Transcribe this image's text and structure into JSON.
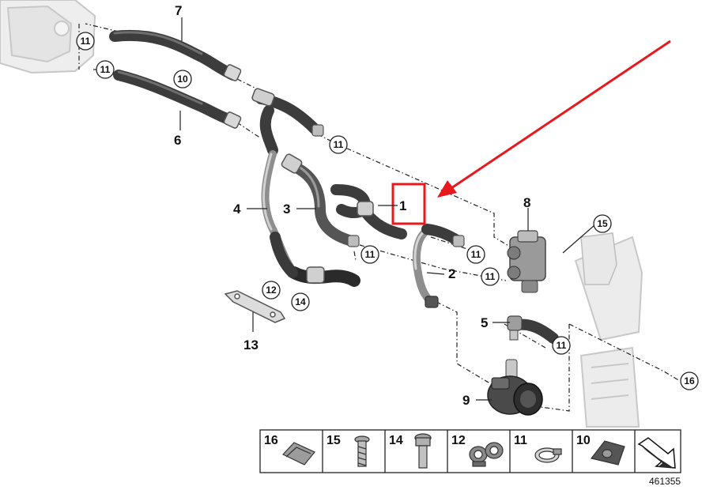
{
  "diagram": {
    "id": "461355",
    "colors": {
      "hose_dark": "#3c3c3c",
      "hose_mid": "#6e6e6e",
      "hose_light": "#a9a9a9",
      "ghost_parts": "#c8c8c8",
      "highlight": "#e8191c"
    },
    "callouts": {
      "p1": "1",
      "p2": "2",
      "p3": "3",
      "p4": "4",
      "p5": "5",
      "p6": "6",
      "p7": "7",
      "p8": "8",
      "p9": "9",
      "p10": "10",
      "p11": "11",
      "p12": "12",
      "p13": "13",
      "p14": "14",
      "p15": "15",
      "p16": "16"
    },
    "legend": [
      {
        "num": "16",
        "icon": "clip-nut-icon"
      },
      {
        "num": "15",
        "icon": "screw-icon"
      },
      {
        "num": "14",
        "icon": "bolt-icon"
      },
      {
        "num": "12",
        "icon": "double-hose-clip-icon"
      },
      {
        "num": "11",
        "icon": "hose-clamp-icon"
      },
      {
        "num": "10",
        "icon": "hose-holder-icon"
      },
      {
        "num": "",
        "icon": "direction-arrow-icon"
      }
    ]
  }
}
